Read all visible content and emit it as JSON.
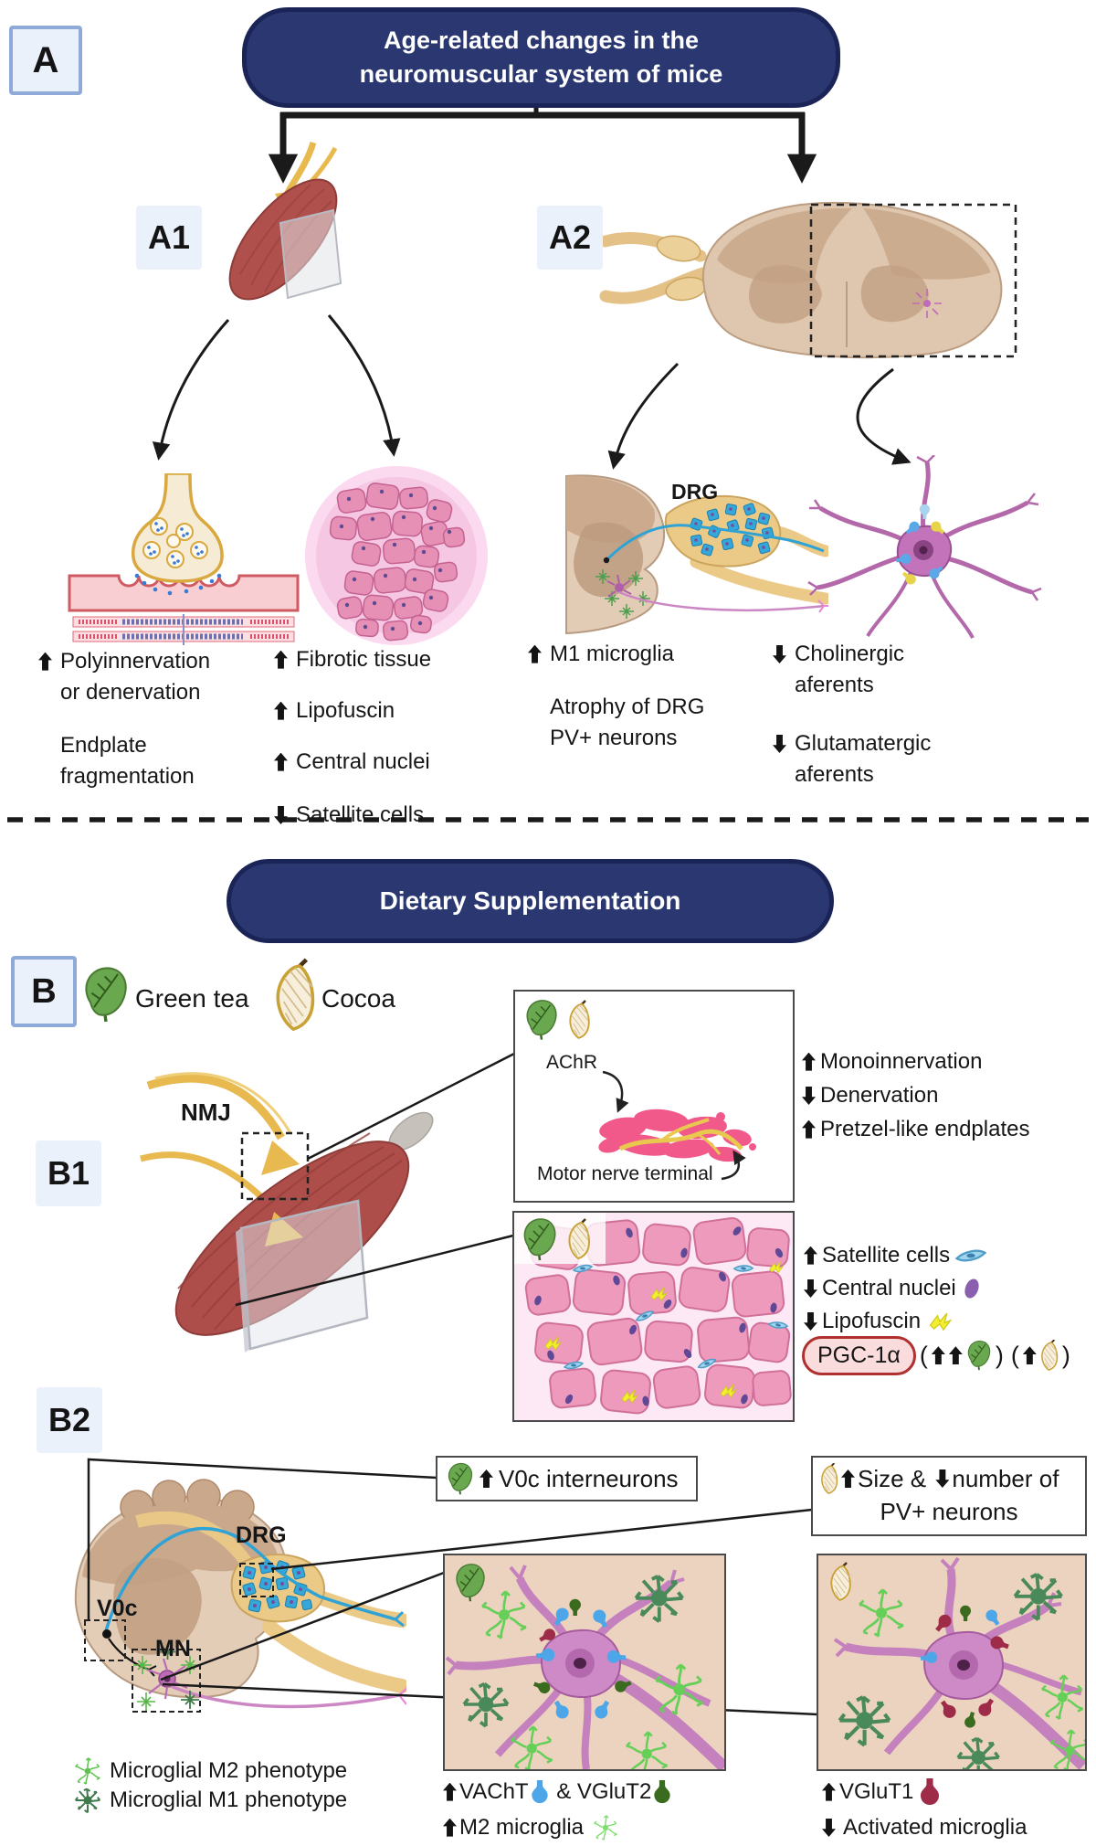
{
  "colors": {
    "header_navy": "#2a3770",
    "badge_blue_bg": "#eaf1fb",
    "badge_blue_border": "#8fa9d9",
    "muscle_red": "#ae4e4a",
    "nerve_yellow": "#e7b94e",
    "cord_tan": "#e3cdb7",
    "drg_blue_cell": "#35a7d8",
    "motor_purple": "#c273ba",
    "vacht_blue": "#4da6e8",
    "vglut2_green": "#3a6b1e",
    "vglut1_red": "#9e2b47",
    "m2_microglia_green": "#5ec24e",
    "m1_microglia_green": "#3f7a4a",
    "pgc_border_red": "#b03030",
    "pgc_bg_pink": "#fbdcdc"
  },
  "panel_a": {
    "badge": "A",
    "title_line1": "Age-related changes in the",
    "title_line2": "neuromuscular system of mice",
    "a1": {
      "badge": "A1",
      "nmj_findings": [
        {
          "arrow": "up",
          "line1": "Polyinnervation",
          "line2": "or denervation"
        },
        {
          "arrow": "none",
          "line1": "Endplate",
          "line2": "fragmentation"
        }
      ],
      "fiber_findings": [
        {
          "arrow": "up",
          "text": "Fibrotic tissue"
        },
        {
          "arrow": "up",
          "text": "Lipofuscin"
        },
        {
          "arrow": "up",
          "text": "Central nuclei"
        },
        {
          "arrow": "down",
          "text": "Satellite cells"
        }
      ]
    },
    "a2": {
      "badge": "A2",
      "drg_label": "DRG",
      "cord_findings": [
        {
          "arrow": "up",
          "line1": "M1 microglia",
          "line2": ""
        },
        {
          "arrow": "none",
          "line1": "Atrophy of DRG",
          "line2": "PV+ neurons"
        }
      ],
      "afferent_findings": [
        {
          "arrow": "down",
          "line1": "Cholinergic",
          "line2": "aferents"
        },
        {
          "arrow": "down",
          "line1": "Glutamatergic",
          "line2": "aferents"
        }
      ]
    }
  },
  "panel_b": {
    "badge": "B",
    "title": "Dietary Supplementation",
    "supplements": [
      {
        "icon": "green-tea-leaf-icon",
        "label": "Green tea"
      },
      {
        "icon": "cocoa-pod-icon",
        "label": "Cocoa"
      }
    ],
    "b1": {
      "badge": "B1",
      "nmj_label": "NMJ",
      "endplate_box": {
        "achr_label": "AChR",
        "motor_nerve_label": "Motor nerve terminal"
      },
      "endplate_findings": [
        {
          "arrow": "up",
          "text": "Monoinnervation"
        },
        {
          "arrow": "down",
          "text": "Denervation"
        },
        {
          "arrow": "up",
          "text": "Pretzel-like endplates"
        }
      ],
      "fiber_findings": [
        {
          "arrow": "up",
          "text": "Satellite cells",
          "icon": "satellite-cell-icon"
        },
        {
          "arrow": "down",
          "text": "Central nuclei",
          "icon": "central-nucleus-icon"
        },
        {
          "arrow": "down",
          "text": "Lipofuscin",
          "icon": "lipofuscin-icon"
        }
      ],
      "pgc": {
        "label": "PGC-1α",
        "green_tea_note": {
          "open": "(",
          "arrows": [
            "up",
            "up"
          ],
          "icon": "green-tea-leaf-icon",
          "close": ")"
        },
        "cocoa_note": {
          "open": "(",
          "arrows": [
            "up"
          ],
          "icon": "cocoa-pod-icon",
          "close": ")"
        }
      }
    },
    "b2": {
      "badge": "B2",
      "drg_label": "DRG",
      "v0c_label": "V0c",
      "mn_label": "MN",
      "v0c_box": {
        "icon": "green-tea-leaf-icon",
        "arrow": "up",
        "text": "V0c interneurons"
      },
      "pv_box": {
        "icon": "cocoa-pod-icon",
        "seg1_arrow": "up",
        "seg1": "Size & ",
        "seg2_arrow": "down",
        "seg2": "number of",
        "line2": "PV+ neurons"
      },
      "microglia_legend": [
        {
          "icon": "m2-microglia-icon",
          "text": "Microglial M2 phenotype"
        },
        {
          "icon": "m1-microglia-icon",
          "text": "Microglial M1 phenotype"
        }
      ],
      "mn_caption_left": {
        "line1": {
          "arrow": "up",
          "seg1": "VAChT",
          "icon1": "vacht-bouton-icon",
          "seg2": " & VGluT2",
          "icon2": "vglut2-bouton-icon"
        },
        "line2": {
          "arrow": "up",
          "text": "M2 microglia",
          "icon": "m2-microglia-icon"
        }
      },
      "mn_caption_right": {
        "line1": {
          "arrow": "up",
          "text": "VGluT1",
          "icon": "vglut1-bouton-icon"
        },
        "line2": {
          "arrow": "down",
          "text": "Activated microglia"
        }
      }
    }
  }
}
